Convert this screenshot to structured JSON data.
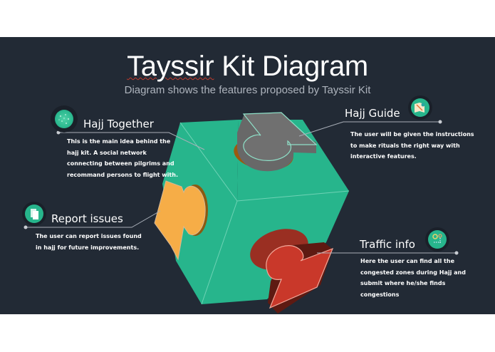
{
  "slide": {
    "title": "Tayssir Kit Diagram",
    "subtitle": "Diagram shows the features proposed by Tayssir Kit",
    "background_color": "#222a35"
  },
  "features": [
    {
      "id": "hajj-together",
      "title": "Hajj Together",
      "icon": "network-globe-icon",
      "piece_color": "#f6ad47",
      "lines": [
        "This is the main idea behind the",
        "hajj kit. A social network",
        "connecting between pilgrims and",
        "recommand persons to flight with."
      ]
    },
    {
      "id": "report-issues",
      "title": "Report issues",
      "icon": "documents-icon",
      "piece_color": "#f6ad47",
      "lines": [
        "The user can report issues found",
        "in hajj for future improvements."
      ]
    },
    {
      "id": "hajj-guide",
      "title": "Hajj Guide",
      "icon": "map-pin-icon",
      "piece_color": "#6e6e6e",
      "lines": [
        "The user will be given the instructions",
        "to make rituals the right way with",
        "interactive features."
      ]
    },
    {
      "id": "traffic-info",
      "title": "Traffic info",
      "icon": "route-pins-icon",
      "piece_color": "#c9382a",
      "lines": [
        "Here the user can find all the",
        "congested zones during Hajj and",
        "submit where he/she finds",
        "congestions"
      ]
    }
  ],
  "colors": {
    "cube": "#27b58c",
    "cube_edge": "#7fd9bf",
    "connector": "#a9afb8",
    "orange_piece": "#f6ad47",
    "gray_piece": "#6e6e6e",
    "red_piece": "#c9382a"
  }
}
